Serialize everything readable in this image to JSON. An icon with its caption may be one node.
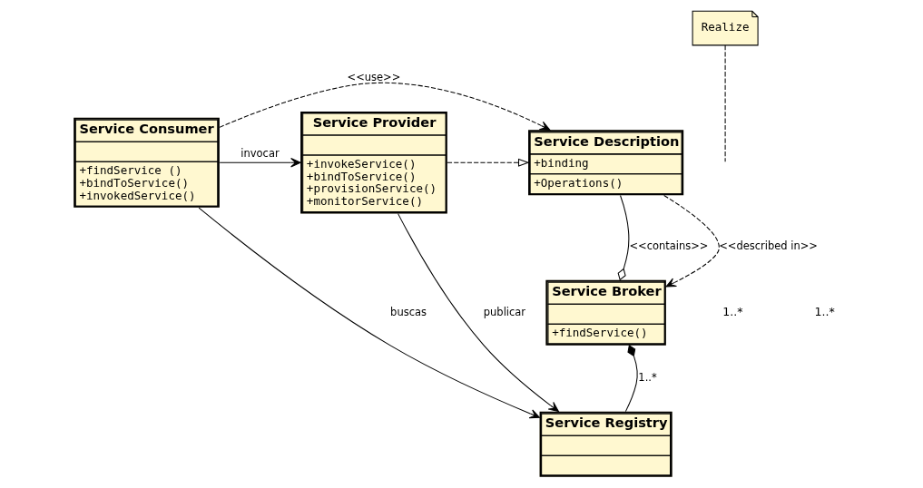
{
  "diagram": {
    "nodes": [
      {
        "text": [
          "Service Consumer",
          "+findService ()",
          "+bindToService()",
          "+invokedService()"
        ]
      },
      {
        "text": [
          "Service Description",
          "+binding",
          "+Operations()"
        ]
      },
      {
        "text": [
          "Realize"
        ]
      },
      {
        "text": [
          "Service Provider",
          "+invokeService()",
          "+bindToService()",
          "+provisionService()",
          "+monitorService()"
        ]
      },
      {
        "text": [
          "Service Broker",
          "+findService()"
        ]
      },
      {
        "text": [
          "Service Registry"
        ]
      }
    ],
    "edges": [
      {
        "from": 0,
        "to": 3,
        "arrow": "to",
        "label": "invocar"
      },
      {
        "from": 0,
        "to": 1,
        "arrow": "to",
        "label": "<<use>>",
        "style": "dashed"
      },
      {
        "from": 3,
        "to": 1,
        "arrow": "to",
        "style": "dashed"
      },
      {
        "from": 2,
        "to": null,
        "arrow": "none",
        "style": "dashed"
      },
      {
        "from": 1,
        "to": 4,
        "arrow": "other",
        "label": "<<contains>>"
      },
      {
        "from": 1,
        "to": 4,
        "arrow": "to",
        "label": "<<described in>>",
        "style": "dashed"
      },
      {
        "from": 5,
        "to": 4,
        "arrow": "other",
        "label": "1..*"
      },
      {
        "from": 0,
        "to": 5,
        "arrow": "to",
        "label": "buscas"
      },
      {
        "from": 3,
        "to": 5,
        "arrow": "to",
        "label": "publicar"
      }
    ],
    "labels": [
      "1..*",
      "1..*"
    ]
  }
}
